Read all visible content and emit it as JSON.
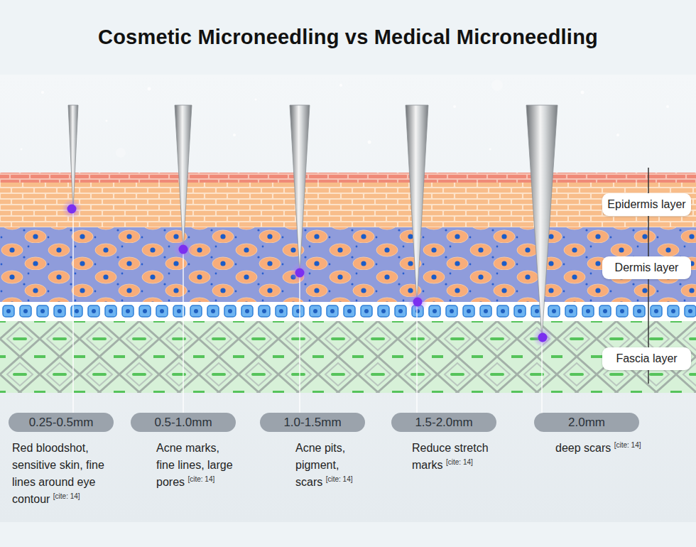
{
  "diagram": {
    "title": "Cosmetic Microneedling vs Medical Microneedling",
    "nodes": [
      {
        "text": [
          "Epidermis layer"
        ]
      },
      {
        "text": [
          "Dermis layer"
        ]
      },
      {
        "text": [
          "Fascia layer"
        ]
      },
      {
        "text": [
          "0.25-0.5mm",
          "Red bloodshot, sensitive skin, fine lines around eye contour [cite: 14]"
        ]
      },
      {
        "text": [
          "0.5-1.0mm",
          "Acne marks, fine lines, large pores [cite: 14]"
        ]
      },
      {
        "text": [
          "1.0-1.5mm",
          "Acne pits, pigment, scars [cite: 14]"
        ]
      },
      {
        "text": [
          "1.5-2.0mm",
          "Reduce stretch marks [cite: 14]"
        ]
      },
      {
        "text": [
          "2.0mm",
          "deep scars [cite: 14]"
        ]
      }
    ]
  }
}
